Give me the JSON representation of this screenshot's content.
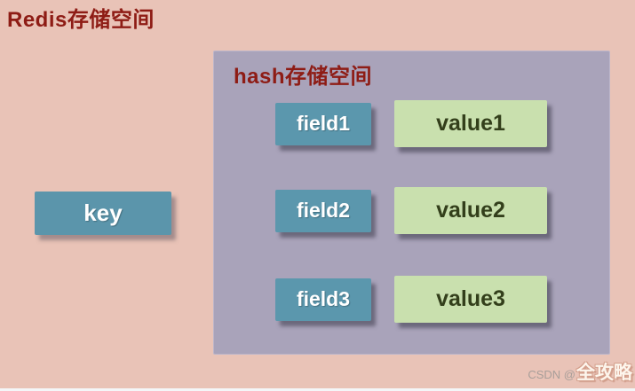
{
  "page": {
    "title": "Redis存储空间"
  },
  "hash_panel": {
    "title": "hash存储空间",
    "rows": [
      {
        "field": "field1",
        "value": "value1"
      },
      {
        "field": "field2",
        "value": "value2"
      },
      {
        "field": "field3",
        "value": "value3"
      }
    ]
  },
  "key_box": {
    "label": "key"
  },
  "watermark": {
    "site": "CSDN @",
    "user": "全攻略"
  },
  "colors": {
    "background": "#e9c3b7",
    "panel": "#a9a3ba",
    "field_box": "#5b97ad",
    "value_box": "#c9e0ae",
    "key_box": "#5b95ab",
    "heading_red": "#8e1c15",
    "value_text": "#333f1b",
    "field_text": "#ffffff"
  }
}
